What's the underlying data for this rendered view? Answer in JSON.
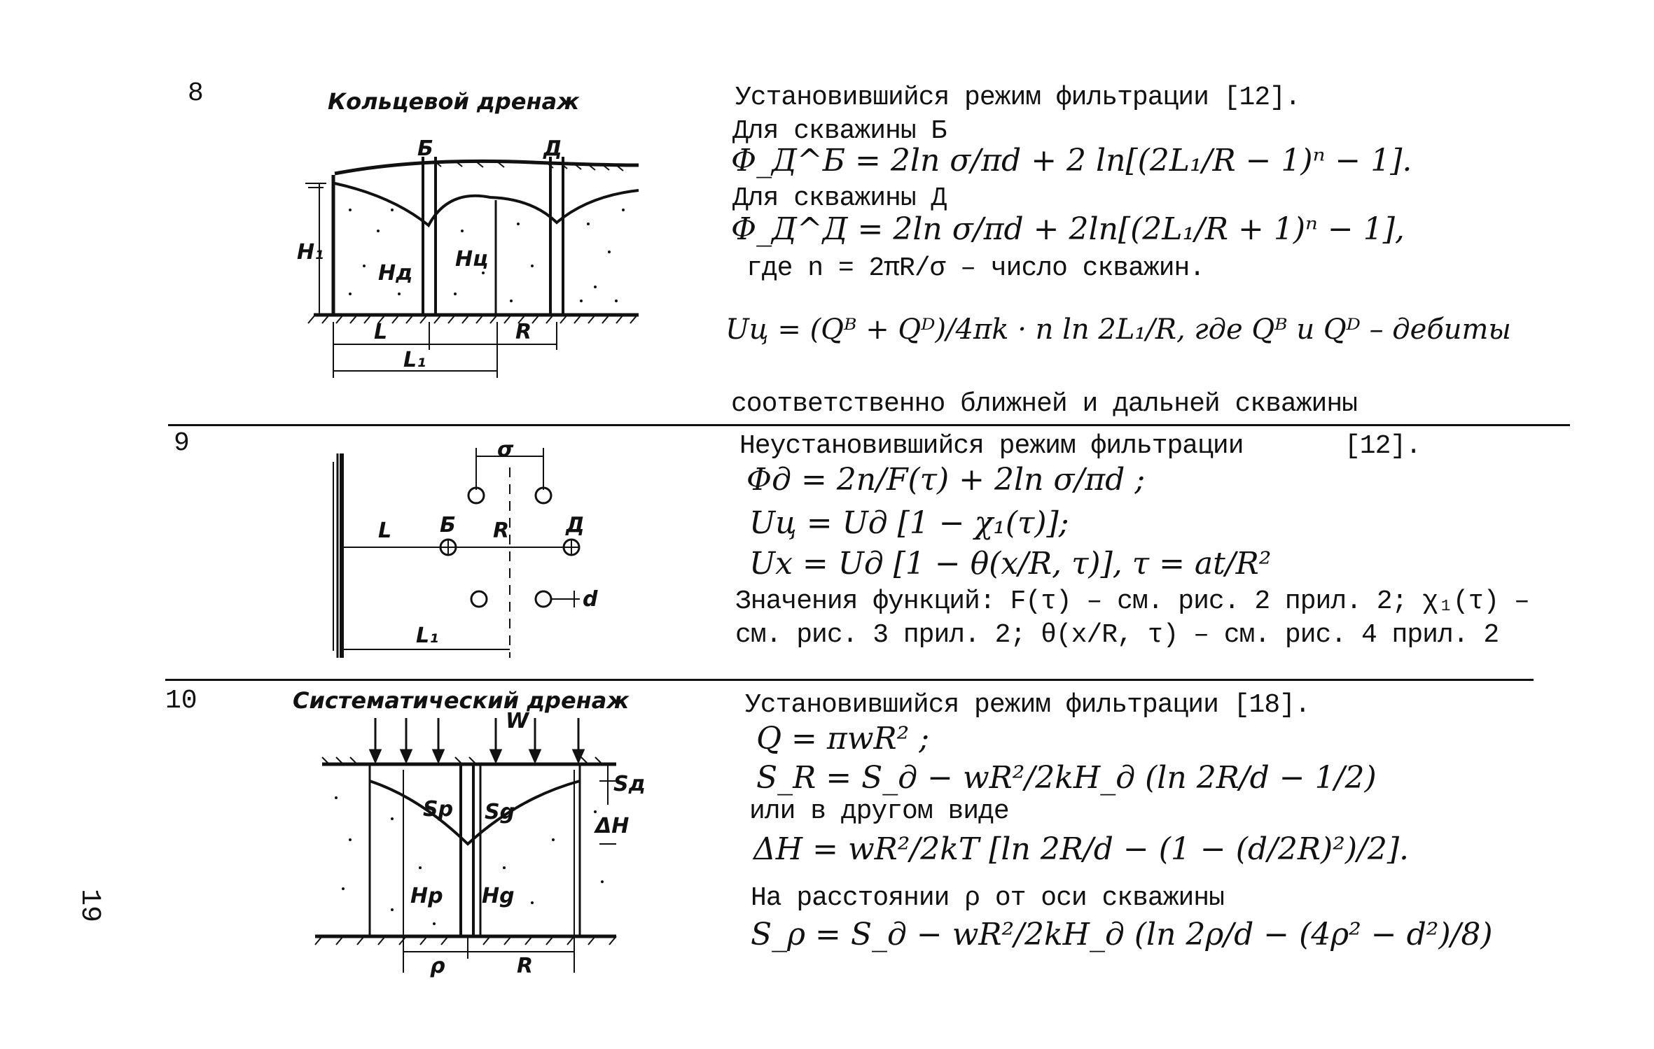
{
  "page_number": "19",
  "rows": [
    {
      "number": "8",
      "caption": "Кольцевой дренаж",
      "figure_labels": [
        "Б",
        "Д",
        "H₁",
        "Hд",
        "Hц",
        "L",
        "R",
        "L₁"
      ],
      "lines": [
        "Установившийся режим фильтрации   [12].",
        "Для скважины Б",
        "Φ_Д^Б = 2ln σ/πd + 2 ln[(2L₁/R − 1)ⁿ − 1].",
        "Для скважины Д",
        "Φ_Д^Д = 2ln σ/πd + 2ln[(2L₁/R + 1)ⁿ − 1],",
        "где n = 2πR/σ  – число скважин.",
        "Uц = (Qᴮ + Qᴰ)/4πk · n ln 2L₁/R,   где Qᴮ и Qᴰ – дебиты",
        "соответственно ближней и дальней скважины"
      ]
    },
    {
      "number": "9",
      "figure_labels": [
        "σ",
        "L",
        "Б",
        "R",
        "Д",
        "d",
        "L₁"
      ],
      "lines": [
        "Неустановившийся режим фильтрации",
        "[12].",
        "Φд = 2n/F(τ) + 2ln σ/πd ;",
        "Uц = Uд [1 − χ₁(τ)];",
        "Ux = Uд [1 − θ(x/R, τ)],    τ = at/R²",
        "Значения функций: F(τ) – см. рис. 2 прил. 2; χ₁(τ) –",
        "см. рис. 3  прил. 2; θ(x/R, τ) – см. рис. 4 прил. 2"
      ]
    },
    {
      "number": "10",
      "caption": "Систематический дренаж",
      "figure_labels": [
        "W",
        "Sд",
        "Sp",
        "Sg",
        "ΔH",
        "Hp",
        "Hg",
        "ρ",
        "R"
      ],
      "lines": [
        "Установившийся режим фильтрации  [18].",
        "Q = πwR² ;",
        "S_R = S_д − wR²/2kH_д (ln 2R/d − 1/2)",
        "или в другом виде",
        "ΔH = wR²/2kT [ln 2R/d − (1 − (d/2R)²)/2].",
        "На расстоянии ρ от оси скважины",
        "S_ρ = S_д − wR²/2kH_д (ln 2ρ/d − (4ρ² − d²)/8)"
      ]
    }
  ]
}
